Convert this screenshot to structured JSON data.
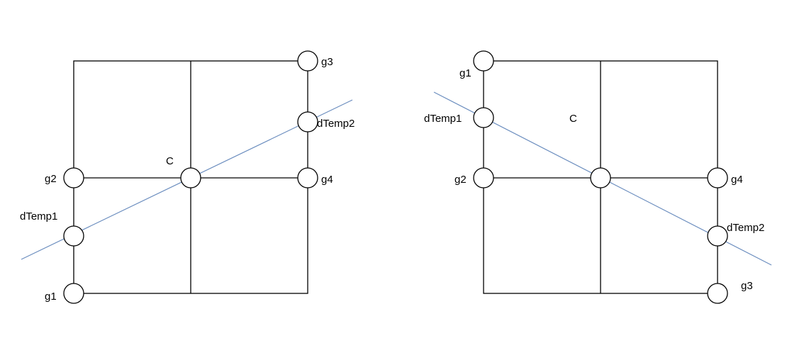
{
  "colors": {
    "background": "#ffffff",
    "grid": "#000000",
    "diagonal": "#6c8ebf"
  },
  "left_diagram": {
    "center_label": "C",
    "nodes": {
      "g1": "g1",
      "g2": "g2",
      "g3": "g3",
      "g4": "g4",
      "dTemp1": "dTemp1",
      "dTemp2": "dTemp2"
    }
  },
  "right_diagram": {
    "center_label": "C",
    "nodes": {
      "g1": "g1",
      "g2": "g2",
      "g3": "g3",
      "g4": "g4",
      "dTemp1": "dTemp1",
      "dTemp2": "dTemp2"
    }
  }
}
